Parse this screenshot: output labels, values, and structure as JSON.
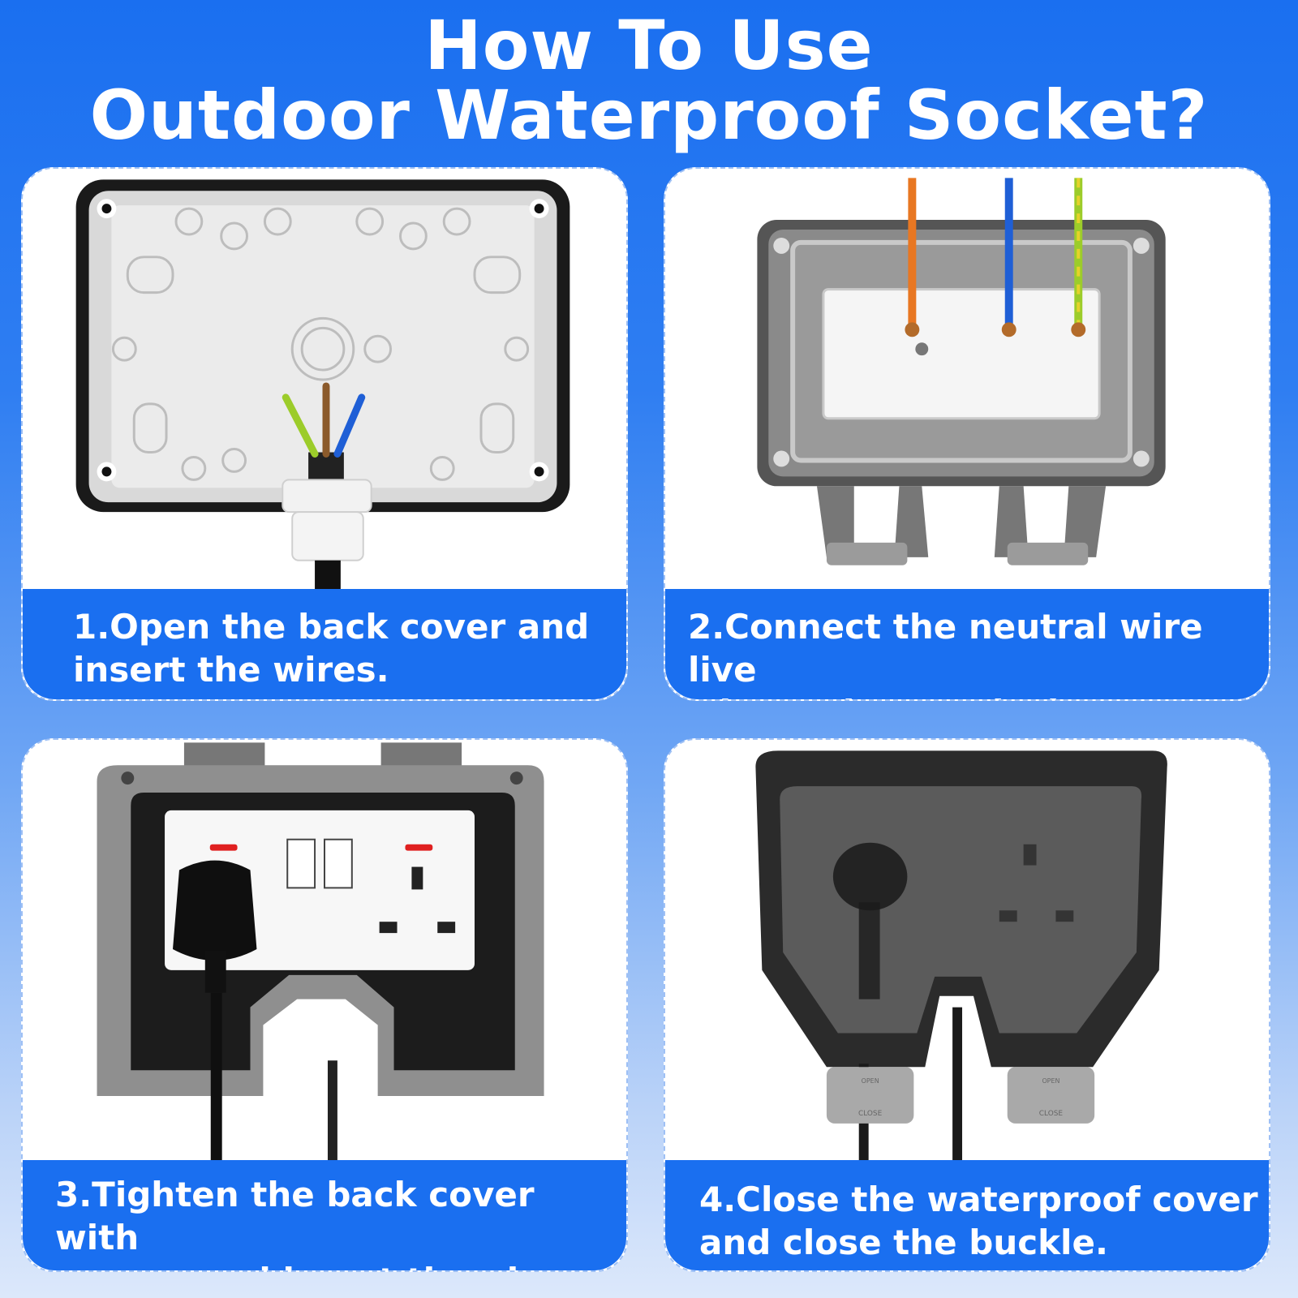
{
  "title": {
    "line1": "How To Use",
    "line2": "Outdoor Waterproof Socket?"
  },
  "steps": [
    {
      "line1": "1.Open the back cover and",
      "line2": "insert the wires."
    },
    {
      "line1": "2.Connect the neutral wire live",
      "line2": "wire and ground wire."
    },
    {
      "line1": "3.Tighten the back cover with",
      "line2": "screws and insert the plug."
    },
    {
      "line1": "4.Close the waterproof cover",
      "line2": "and close the buckle."
    }
  ],
  "buckle": {
    "open": "OPEN",
    "close": "CLOSE"
  },
  "colors": {
    "accent": "#1a6ff0",
    "wire_live": "#e87722",
    "wire_neutral": "#1f5fd6",
    "wire_ground": "#9ccc2a",
    "indicator": "#e02020"
  }
}
